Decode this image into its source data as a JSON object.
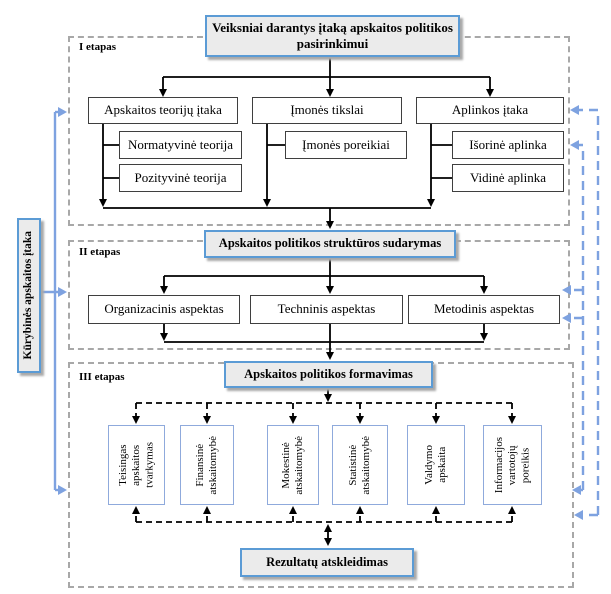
{
  "title_box": {
    "label": "Veiksniai darantys įtaką apskaitos politikos pasirinkimui"
  },
  "side_box": {
    "label": "Kūrybinės apskaitos įtaka"
  },
  "result_box": {
    "label": "Rezultatų atskleidimas"
  },
  "stage1": {
    "label": "I etapas",
    "parents": [
      {
        "label": "Apskaitos teorijų įtaka"
      },
      {
        "label": "Įmonės tikslai"
      },
      {
        "label": "Aplinkos įtaka"
      }
    ],
    "children": [
      {
        "label": "Normatyvinė teorija"
      },
      {
        "label": "Pozityvinė teorija"
      },
      {
        "label": "Įmonės poreikiai"
      },
      {
        "label": "Išorinė aplinka"
      },
      {
        "label": "Vidinė aplinka"
      }
    ]
  },
  "stage2": {
    "label": "II etapas",
    "header": "Apskaitos politikos struktūros sudarymas",
    "aspects": [
      {
        "label": "Organizacinis aspektas"
      },
      {
        "label": "Techninis aspektas"
      },
      {
        "label": "Metodinis aspektas"
      }
    ]
  },
  "stage3": {
    "label": "III etapas",
    "header": "Apskaitos politikos formavimas",
    "outputs": [
      {
        "label": "Teisingas\napskaitos\ntvarkymas"
      },
      {
        "label": "Finansinė\natskaitomybė"
      },
      {
        "label": "Mokestinė\natskaitomybė"
      },
      {
        "label": "Statistinė\natskaitomybė"
      },
      {
        "label": "Valdymo\napskaita"
      },
      {
        "label": "Informacijos\nvartotojų\nporeikis"
      }
    ]
  },
  "colors": {
    "accent_border": "#5b9bd5",
    "highlight_fill": "#ebebeb",
    "feedback_blue": "#7ea2e0",
    "stage_dash_gray": "#a8a8a8",
    "output_box_border": "#8faadc"
  }
}
